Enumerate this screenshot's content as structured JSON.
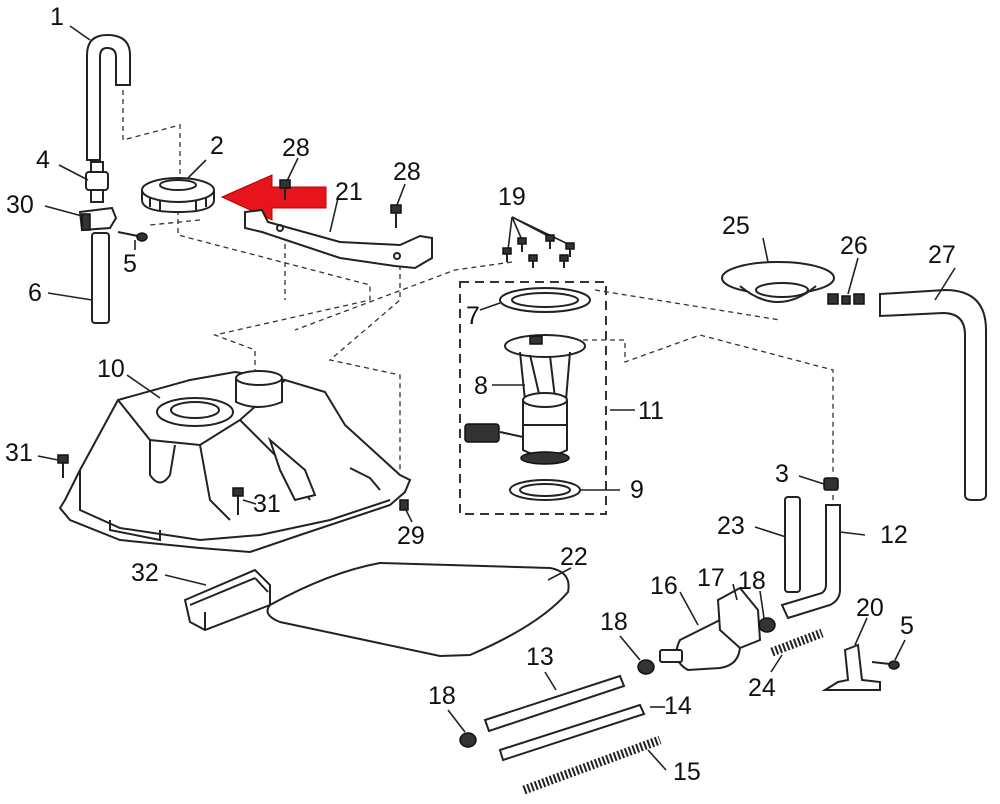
{
  "diagram": {
    "callouts": [
      {
        "id": "c1",
        "text": "1"
      },
      {
        "id": "c2",
        "text": "2"
      },
      {
        "id": "c3",
        "text": "3"
      },
      {
        "id": "c4",
        "text": "4"
      },
      {
        "id": "c5a",
        "text": "5"
      },
      {
        "id": "c5b",
        "text": "5"
      },
      {
        "id": "c6",
        "text": "6"
      },
      {
        "id": "c7",
        "text": "7"
      },
      {
        "id": "c8",
        "text": "8"
      },
      {
        "id": "c9",
        "text": "9"
      },
      {
        "id": "c10",
        "text": "10"
      },
      {
        "id": "c11",
        "text": "11"
      },
      {
        "id": "c12",
        "text": "12"
      },
      {
        "id": "c13",
        "text": "13"
      },
      {
        "id": "c14",
        "text": "14"
      },
      {
        "id": "c15",
        "text": "15"
      },
      {
        "id": "c16",
        "text": "16"
      },
      {
        "id": "c17",
        "text": "17"
      },
      {
        "id": "c18a",
        "text": "18"
      },
      {
        "id": "c18b",
        "text": "18"
      },
      {
        "id": "c18c",
        "text": "18"
      },
      {
        "id": "c19",
        "text": "19"
      },
      {
        "id": "c20",
        "text": "20"
      },
      {
        "id": "c21",
        "text": "21"
      },
      {
        "id": "c22",
        "text": "22"
      },
      {
        "id": "c23",
        "text": "23"
      },
      {
        "id": "c24",
        "text": "24"
      },
      {
        "id": "c25",
        "text": "25"
      },
      {
        "id": "c26",
        "text": "26"
      },
      {
        "id": "c27",
        "text": "27"
      },
      {
        "id": "c28a",
        "text": "28"
      },
      {
        "id": "c28b",
        "text": "28"
      },
      {
        "id": "c29",
        "text": "29"
      },
      {
        "id": "c30",
        "text": "30"
      },
      {
        "id": "c31a",
        "text": "31"
      },
      {
        "id": "c31b",
        "text": "31"
      },
      {
        "id": "c32",
        "text": "32"
      }
    ],
    "highlight_arrow": {
      "color": "#e8141b",
      "points_to": "2"
    }
  }
}
